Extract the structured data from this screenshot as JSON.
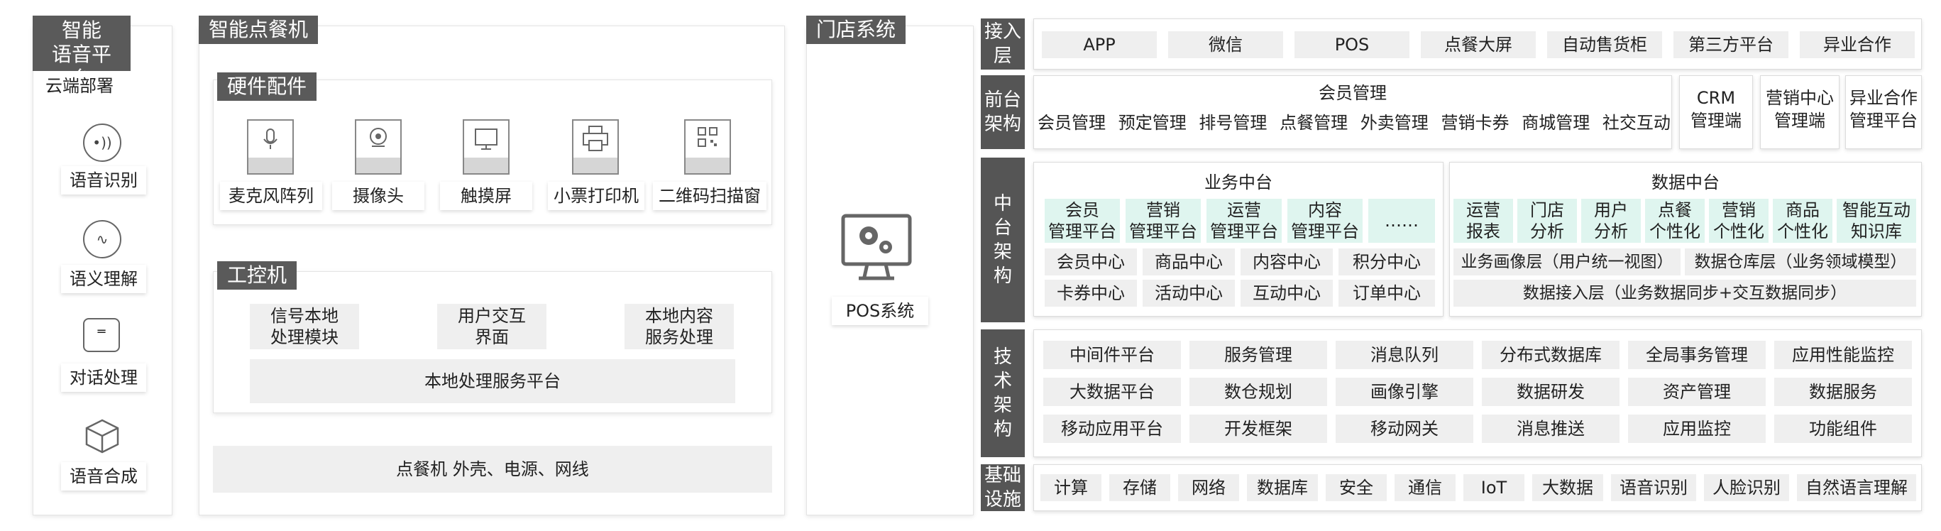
{
  "voice_platform": {
    "title": "智能\n语音平台",
    "deploy": "云端部署",
    "items": [
      "语音识别",
      "语义理解",
      "对话处理",
      "语音合成"
    ]
  },
  "ordering_machine": {
    "title": "智能点餐机",
    "hardware_title": "硬件配件",
    "hardware_items": [
      "麦克风阵列",
      "摄像头",
      "触摸屏",
      "小票打印机",
      "二维码扫描窗"
    ],
    "ipc_title": "工控机",
    "ipc_modules": [
      "信号本地\n处理模块",
      "用户交互\n界面",
      "本地内容\n服务处理"
    ],
    "ipc_platform": "本地处理服务平台",
    "shell": "点餐机 外壳、电源、网线"
  },
  "store_system": {
    "title": "门店系统",
    "pos_label": "POS系统"
  },
  "architecture": {
    "access_layer": {
      "label": "接入\n层",
      "items": [
        "APP",
        "微信",
        "POS",
        "点餐大屏",
        "自动售货柜",
        "第三方平台",
        "异业合作"
      ]
    },
    "front_layer": {
      "label": "前台\n架构",
      "member_group_title": "会员管理",
      "member_items": [
        "会员管理",
        "预定管理",
        "排号管理",
        "点餐管理",
        "外卖管理",
        "营销卡券",
        "商城管理",
        "社交互动"
      ],
      "other_items": [
        "CRM\n管理端",
        "营销中心\n管理端",
        "异业合作\n管理平台"
      ]
    },
    "middle_layer": {
      "label": "中\n台\n架\n构",
      "business": {
        "title": "业务中台",
        "teal_items": [
          "会员\n管理平台",
          "营销\n管理平台",
          "运营\n管理平台",
          "内容\n管理平台",
          "……"
        ],
        "row1": [
          "会员中心",
          "商品中心",
          "内容中心",
          "积分中心"
        ],
        "row2": [
          "卡券中心",
          "活动中心",
          "互动中心",
          "订单中心"
        ]
      },
      "data": {
        "title": "数据中台",
        "teal_items": [
          "运营\n报表",
          "门店\n分析",
          "用户\n分析",
          "点餐\n个性化",
          "营销\n个性化",
          "商品\n个性化",
          "智能互动\n知识库"
        ],
        "row1": [
          "业务画像层（用户统一视图）",
          "数据仓库层（业务领域模型）"
        ],
        "row2": "数据接入层（业务数据同步+交互数据同步）"
      }
    },
    "tech_layer": {
      "label": "技\n术\n架\n构",
      "rows": [
        [
          "中间件平台",
          "服务管理",
          "消息队列",
          "分布式数据库",
          "全局事务管理",
          "应用性能监控"
        ],
        [
          "大数据平台",
          "数仓规划",
          "画像引擎",
          "数据研发",
          "资产管理",
          "数据服务"
        ],
        [
          "移动应用平台",
          "开发框架",
          "移动网关",
          "消息推送",
          "应用监控",
          "功能组件"
        ]
      ]
    },
    "base_layer": {
      "label": "基础\n设施",
      "items": [
        "计算",
        "存储",
        "网络",
        "数据库",
        "安全",
        "通信",
        "IoT",
        "大数据",
        "语音识别",
        "人脸识别",
        "自然语言理解"
      ]
    }
  },
  "colors": {
    "tag_bg": "#5a5a5a",
    "grey_box": "#efefef",
    "teal_box": "#dff5ef"
  }
}
